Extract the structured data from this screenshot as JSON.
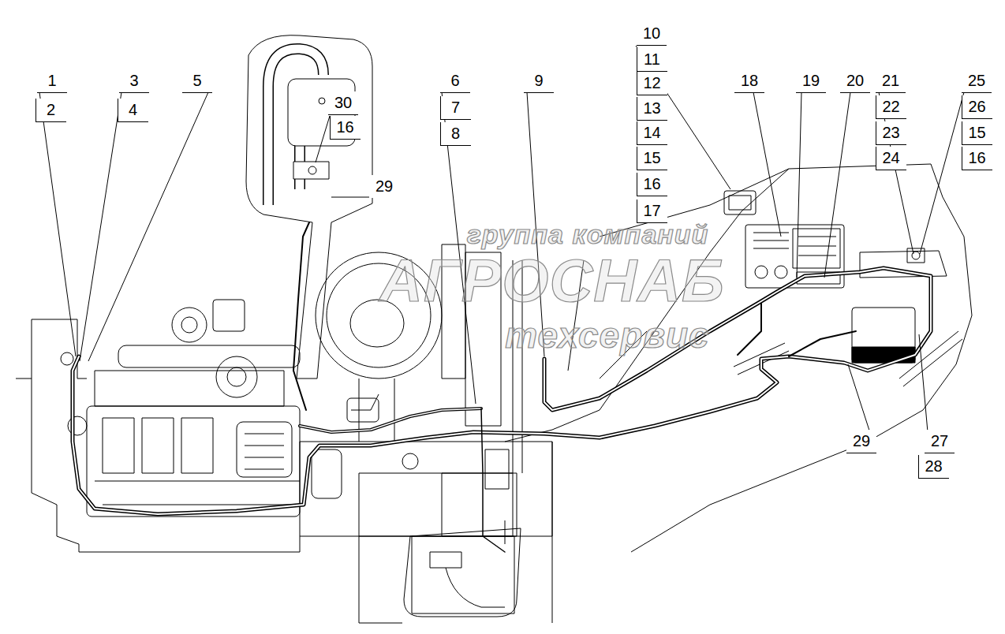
{
  "diagram": {
    "labels": [
      "1",
      "2",
      "3",
      "4",
      "5",
      "30",
      "16",
      "29",
      "6",
      "7",
      "8",
      "9",
      "10",
      "11",
      "12",
      "13",
      "14",
      "15",
      "16",
      "17",
      "18",
      "19",
      "20",
      "21",
      "22",
      "23",
      "24",
      "25",
      "26",
      "15",
      "16",
      "29",
      "27",
      "28",
      "группа компаний",
      "АГРОСНАБ",
      "техсервис"
    ]
  }
}
